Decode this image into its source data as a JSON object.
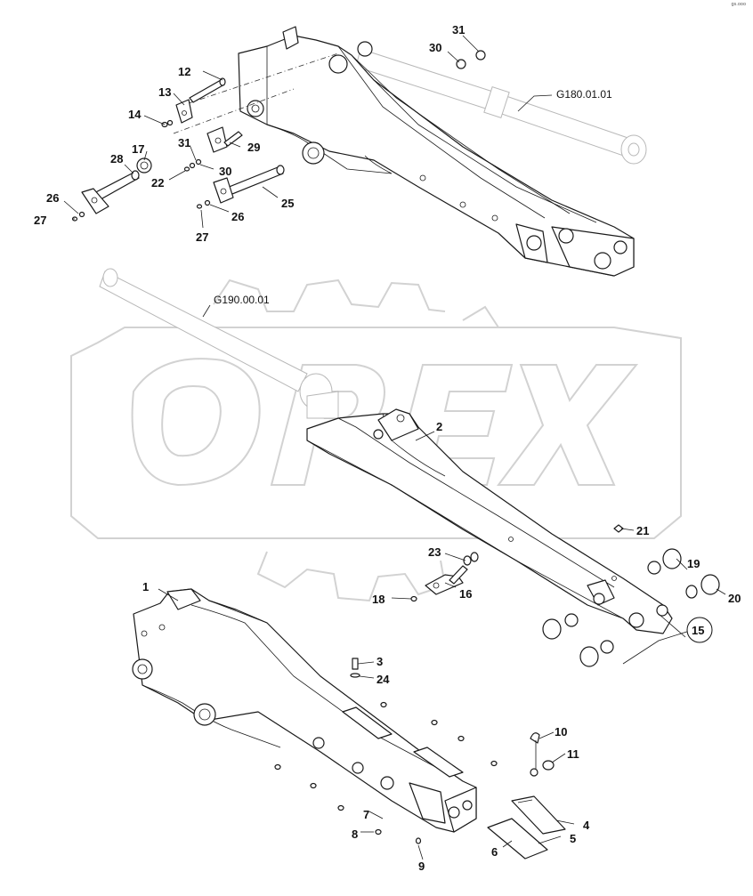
{
  "watermark": {
    "text": "OPEX",
    "color": "#d2d2d2"
  },
  "corner_mark": "gs.ooo",
  "assembly_refs": {
    "cylinder_top": "G180.01.01",
    "cylinder_mid": "G190.00.01"
  },
  "callouts": {
    "c1": "1",
    "c2": "2",
    "c3": "3",
    "c4": "4",
    "c5": "5",
    "c6": "6",
    "c7": "7",
    "c8": "8",
    "c9": "9",
    "c10": "10",
    "c11": "11",
    "c12": "12",
    "c13": "13",
    "c14": "14",
    "c15": "15",
    "c16": "16",
    "c17": "17",
    "c18": "18",
    "c19": "19",
    "c20": "20",
    "c21": "21",
    "c22": "22",
    "c23": "23",
    "c24": "24",
    "c25": "25",
    "c26a": "26",
    "c26b": "26",
    "c27a": "27",
    "c27b": "27",
    "c28": "28",
    "c29": "29",
    "c30a": "30",
    "c30b": "30",
    "c31a": "31",
    "c31b": "31"
  }
}
